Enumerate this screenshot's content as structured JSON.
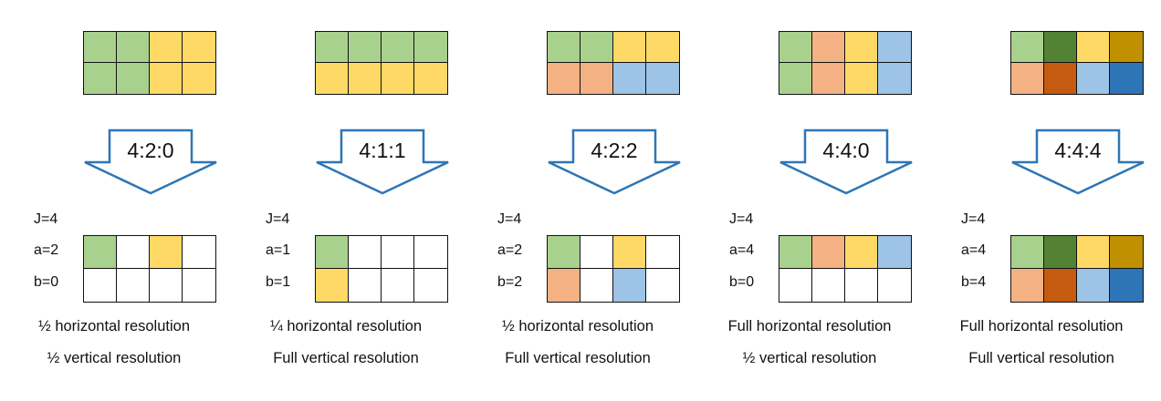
{
  "colors": {
    "green": "#a9d18e",
    "dark_green": "#548235",
    "yellow": "#ffd966",
    "dark_yellow": "#bf9000",
    "orange": "#f4b183",
    "dark_orange": "#c55a11",
    "blue": "#9dc3e6",
    "dark_blue": "#2e75b6",
    "empty": "#ffffff",
    "arrow_stroke": "#2e75b6"
  },
  "panels": [
    {
      "ratio": "4:2:0",
      "j": "J=4",
      "a": "a=2",
      "b": "b=0",
      "res_h": "½ horizontal resolution",
      "res_v": "½ vertical resolution",
      "top": [
        [
          "green",
          "green",
          "yellow",
          "yellow"
        ],
        [
          "green",
          "green",
          "yellow",
          "yellow"
        ]
      ],
      "bottom": [
        [
          "green",
          "empty",
          "yellow",
          "empty"
        ],
        [
          "empty",
          "empty",
          "empty",
          "empty"
        ]
      ]
    },
    {
      "ratio": "4:1:1",
      "j": "J=4",
      "a": "a=1",
      "b": "b=1",
      "res_h": "¼ horizontal resolution",
      "res_v": "Full vertical resolution",
      "top": [
        [
          "green",
          "green",
          "green",
          "green"
        ],
        [
          "yellow",
          "yellow",
          "yellow",
          "yellow"
        ]
      ],
      "bottom": [
        [
          "green",
          "empty",
          "empty",
          "empty"
        ],
        [
          "yellow",
          "empty",
          "empty",
          "empty"
        ]
      ]
    },
    {
      "ratio": "4:2:2",
      "j": "J=4",
      "a": "a=2",
      "b": "b=2",
      "res_h": "½ horizontal resolution",
      "res_v": "Full vertical resolution",
      "top": [
        [
          "green",
          "green",
          "yellow",
          "yellow"
        ],
        [
          "orange",
          "orange",
          "blue",
          "blue"
        ]
      ],
      "bottom": [
        [
          "green",
          "empty",
          "yellow",
          "empty"
        ],
        [
          "orange",
          "empty",
          "blue",
          "empty"
        ]
      ]
    },
    {
      "ratio": "4:4:0",
      "j": "J=4",
      "a": "a=4",
      "b": "b=0",
      "res_h": "Full horizontal resolution",
      "res_v": "½ vertical resolution",
      "top": [
        [
          "green",
          "orange",
          "yellow",
          "blue"
        ],
        [
          "green",
          "orange",
          "yellow",
          "blue"
        ]
      ],
      "bottom": [
        [
          "green",
          "orange",
          "yellow",
          "blue"
        ],
        [
          "empty",
          "empty",
          "empty",
          "empty"
        ]
      ]
    },
    {
      "ratio": "4:4:4",
      "j": "J=4",
      "a": "a=4",
      "b": "b=4",
      "res_h": "Full horizontal resolution",
      "res_v": "Full vertical resolution",
      "top": [
        [
          "green",
          "dark_green",
          "yellow",
          "dark_yellow"
        ],
        [
          "orange",
          "dark_orange",
          "blue",
          "dark_blue"
        ]
      ],
      "bottom": [
        [
          "green",
          "dark_green",
          "yellow",
          "dark_yellow"
        ],
        [
          "orange",
          "dark_orange",
          "blue",
          "dark_blue"
        ]
      ]
    }
  ]
}
